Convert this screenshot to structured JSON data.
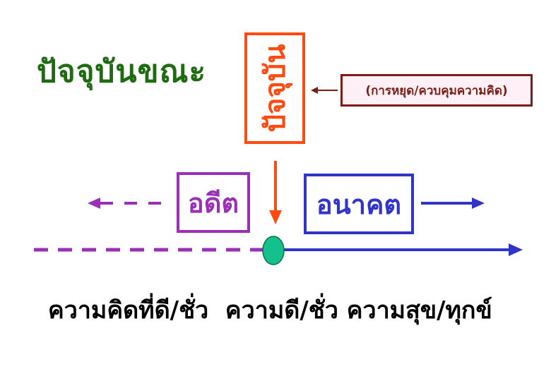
{
  "title": "ปัจจุบันขณะ",
  "present_label": "ปัจจุบัน",
  "note": "(การหยุด/ควบคุมความคิด)",
  "past_label": "อดีต",
  "future_label": "อนาคต",
  "footer_text": "ความคิดที่ดี/ชั่ว  ความดี/ชั่ว ความสุข/ทุกข์",
  "colors": {
    "title": "#1e6b12",
    "present": "#ff4a12",
    "note_border": "#7a1d14",
    "note_bg": "#fff0f8",
    "past": "#9b2fb8",
    "future": "#3034c8",
    "present_point": "#14c08c"
  }
}
